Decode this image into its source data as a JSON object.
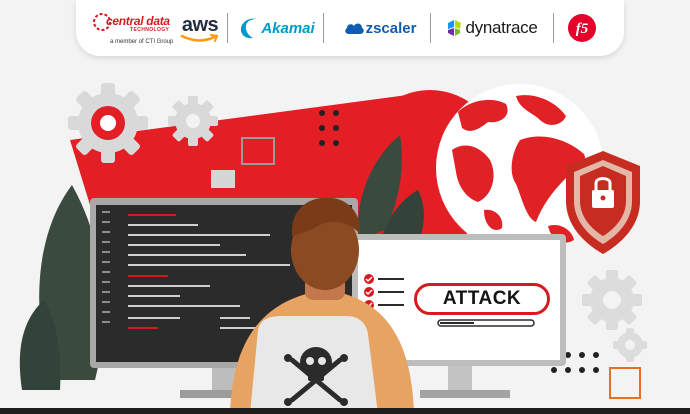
{
  "logos": {
    "central_data": {
      "name": "central data",
      "sub": "TECHNOLOGY",
      "tagline": "a member of CTI Group"
    },
    "aws": "aws",
    "akamai": "Akamai",
    "zscaler": "zscaler",
    "dynatrace": "dynatrace",
    "f5": "f5"
  },
  "monitor_right": {
    "banner": "ATTACK"
  },
  "colors": {
    "brand_red": "#d71920",
    "dark_screen": "#2b2b2b",
    "leaf_green": "#3b4a3f",
    "globe_red": "#e02226"
  },
  "icons": [
    "gear-icon",
    "globe-icon",
    "shield-lock-icon",
    "skull-crossbones-icon",
    "checkmark-icon"
  ]
}
